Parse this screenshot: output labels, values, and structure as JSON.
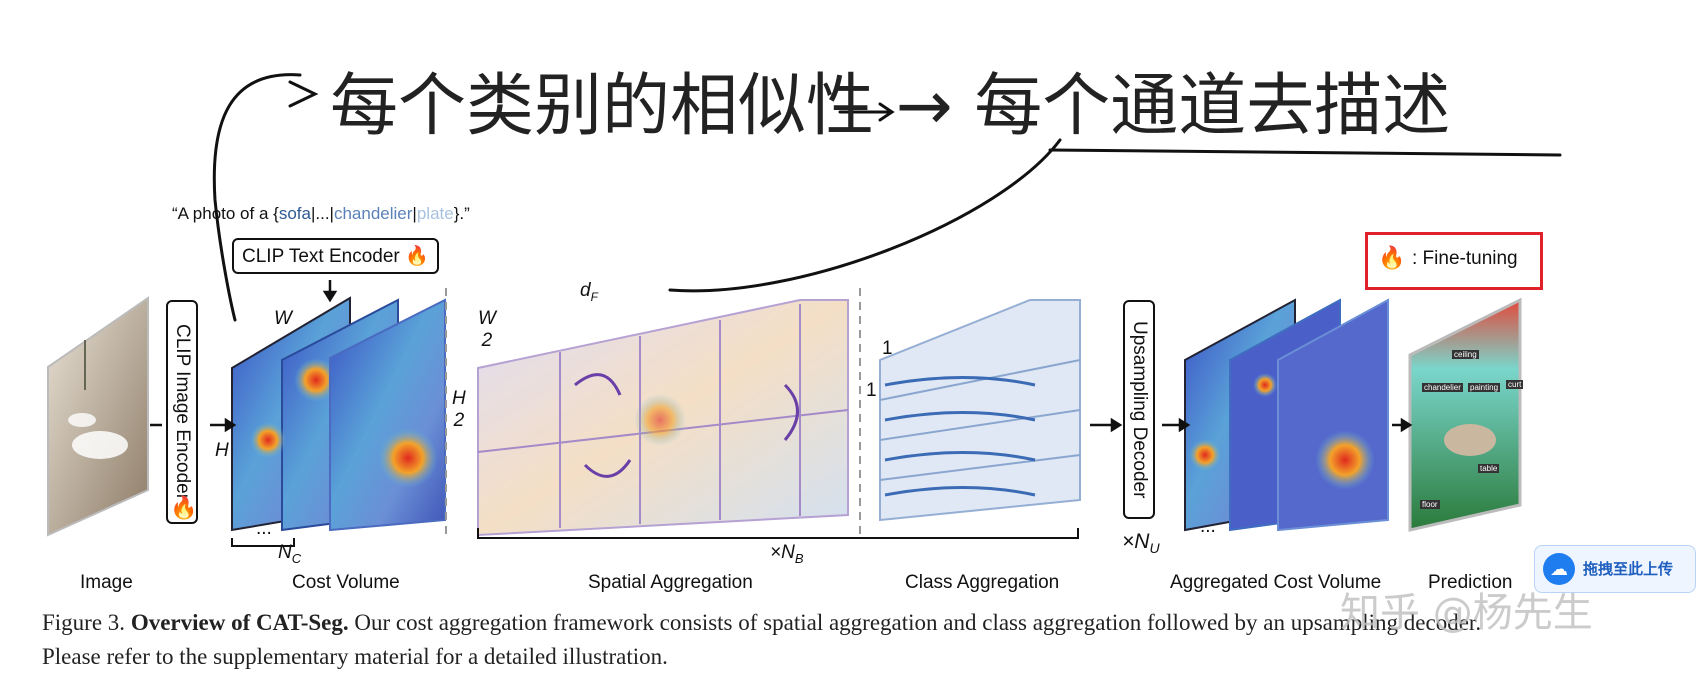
{
  "prompt": {
    "prefix": "“A photo of a {",
    "w1": "sofa",
    "sep1": "|...|",
    "w2": "chandelier",
    "sep2": "|",
    "w3": "plate",
    "suffix": "}.”"
  },
  "boxes": {
    "text_encoder": "CLIP Text Encoder",
    "image_encoder": "CLIP Image Encoder",
    "upsampling": "Upsampling Decoder",
    "fine_tuning": ": Fine-tuning"
  },
  "symbols": {
    "W": "W",
    "H": "H",
    "Nc": "N",
    "Nc_sub": "C",
    "W2_num": "W",
    "W2_den": "2",
    "H2_num": "H",
    "H2_den": "2",
    "dF": "d",
    "dF_sub": "F",
    "one_a": "1",
    "one_b": "1",
    "xNB": "×N",
    "xNB_sub": "B",
    "xNU": "×N",
    "xNU_sub": "U",
    "dots1": "...",
    "dots2": "..."
  },
  "pred_labels": [
    "ceiling",
    "chandelier",
    "painting",
    "curt",
    "floor",
    "table"
  ],
  "stage_labels": {
    "image": "Image",
    "cost_volume": "Cost Volume",
    "spatial": "Spatial Aggregation",
    "class": "Class Aggregation",
    "aggregated": "Aggregated Cost Volume",
    "prediction": "Prediction"
  },
  "caption": {
    "fig": "Figure 3.",
    "title": "Overview of CAT-Seg.",
    "body": "Our cost aggregation framework consists of spatial aggregation and class aggregation followed by an upsampling decoder. Please refer to the supplementary material for a detailed illustration."
  },
  "handwriting": {
    "line": "每个类别的相似性 → 每个通道去描述"
  },
  "upload_button": "拖拽至此上传",
  "watermark": "知乎 @杨先生",
  "colors": {
    "highlight_box": "#e0202a",
    "ink": "#111111",
    "heat_blue": "#3b4cc0",
    "heat_red": "#e03a2f"
  }
}
